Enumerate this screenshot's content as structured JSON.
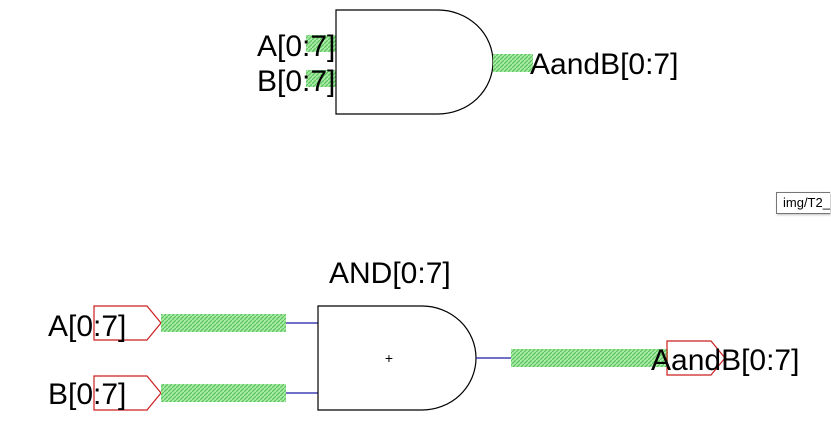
{
  "symbol": {
    "inputs": [
      "A[0:7]",
      "B[0:7]"
    ],
    "output": "AandB[0:7]"
  },
  "schematic": {
    "gate_label": "AND[0:7]",
    "port_a": "A[0:7]",
    "port_b": "B[0:7]",
    "port_out": "AandB[0:7]",
    "origin_mark": "+"
  },
  "tooltip": "img/T2_",
  "colors": {
    "bus": "#79d879",
    "bus_hatch": "#a8eaa8",
    "wire": "#1a1aa6",
    "port_outline": "#cc1f1f",
    "gate_outline": "#000000"
  }
}
